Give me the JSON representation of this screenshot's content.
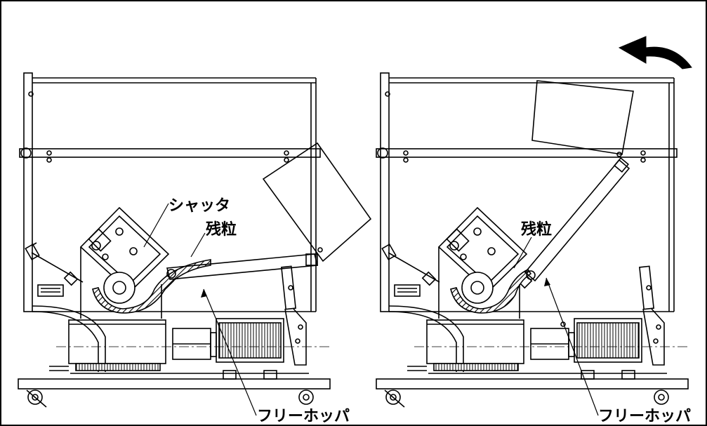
{
  "figure": {
    "left_view": {
      "labels": {
        "shutter": "シャッタ",
        "residual_grain": "残粒",
        "free_hopper": "フリーホッパ"
      }
    },
    "right_view": {
      "labels": {
        "residual_grain": "残粒",
        "free_hopper": "フリーホッパ"
      }
    },
    "arrow": {
      "meaning": "tilt-direction",
      "icon": "curved-arrow-left-icon"
    },
    "colors": {
      "line": "#000000",
      "background": "#ffffff"
    }
  }
}
